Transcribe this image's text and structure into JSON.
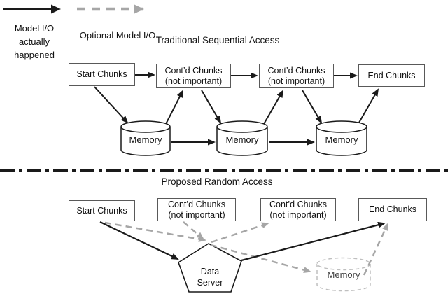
{
  "legend": {
    "solid_label": "Model I/O actually happened",
    "dashed_label": "Optional Model I/O"
  },
  "colors": {
    "solid_line": "#1a1a1a",
    "dashed_line": "#a6a6a6",
    "box_border": "#595959",
    "optional_memory": "#bfbfbf"
  },
  "traditional": {
    "title": "Traditional Sequential Access",
    "nodes": [
      {
        "lines": [
          "Start Chunks"
        ]
      },
      {
        "lines": [
          "Cont’d Chunks",
          "(not important)"
        ]
      },
      {
        "lines": [
          "Cont’d Chunks",
          "(not important)"
        ]
      },
      {
        "lines": [
          "End Chunks"
        ]
      }
    ],
    "memories": [
      {
        "label": "Memory"
      },
      {
        "label": "Memory"
      },
      {
        "label": "Memory"
      }
    ]
  },
  "proposed": {
    "title": "Proposed Random Access",
    "nodes": [
      {
        "lines": [
          "Start Chunks"
        ]
      },
      {
        "lines": [
          "Cont’d Chunks",
          "(not important)"
        ]
      },
      {
        "lines": [
          "Cont’d Chunks",
          "(not important)"
        ]
      },
      {
        "lines": [
          "End Chunks"
        ]
      }
    ],
    "server": {
      "label": "Data Server"
    },
    "optional_memory": {
      "label": "Memory"
    }
  }
}
